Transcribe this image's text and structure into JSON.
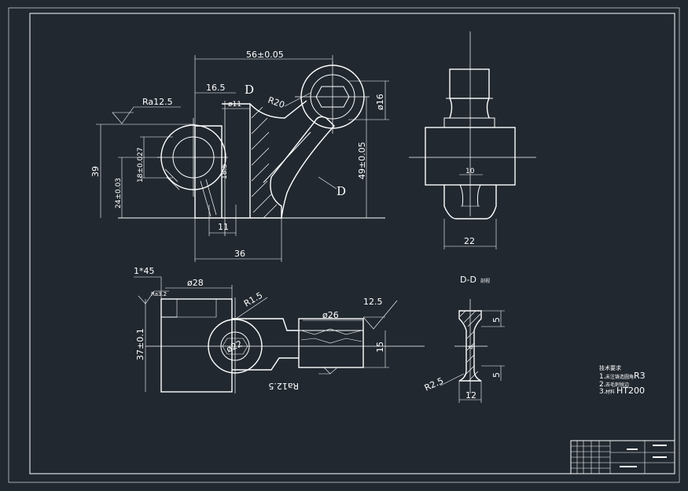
{
  "drawing": {
    "background_color": "#212830",
    "line_color": "#ffffff",
    "dimensions": {
      "overall_width": "56±0.05",
      "offset_165": "16.5",
      "dia_11": "ø11",
      "r20": "R20",
      "dia_16": "ø16",
      "height_39": "39",
      "dim_18": "18±0.027",
      "dim_24": "24±0.03",
      "dim_185": "18.5",
      "dim_49": "49±0.05",
      "dim_11": "11",
      "dim_36": "36",
      "side_10": "10",
      "side_22": "22",
      "chamfer": "1*45",
      "dia_28": "ø28",
      "r15": "R1.5",
      "dia_26": "ø26",
      "ra_125_right": "12.5",
      "dim_37": "37±0.1",
      "dia_22": "ø22",
      "dim_15": "15",
      "sec_5_top": "5",
      "sec_5_bottom": "5",
      "sec_4": "4",
      "r25": "R2.5",
      "sec_12": "12"
    },
    "roughness": {
      "top_left": "Ra12.5",
      "bottom": "Ra12.5",
      "small_label": "Ra3.2"
    },
    "section_labels": {
      "d_upper": "D",
      "d_lower": "D",
      "section_title": "D-D",
      "section_suffix": "剖视"
    },
    "notes": {
      "heading": "技术要求",
      "line1_prefix": "1.",
      "line1_text": "未注铸造圆角",
      "line1_suffix": "R3",
      "line2_prefix": "2.",
      "line2_text": "去毛刺锐边",
      "line3_prefix": "3.",
      "line3_text": "材料",
      "line3_suffix": "HT200"
    }
  }
}
